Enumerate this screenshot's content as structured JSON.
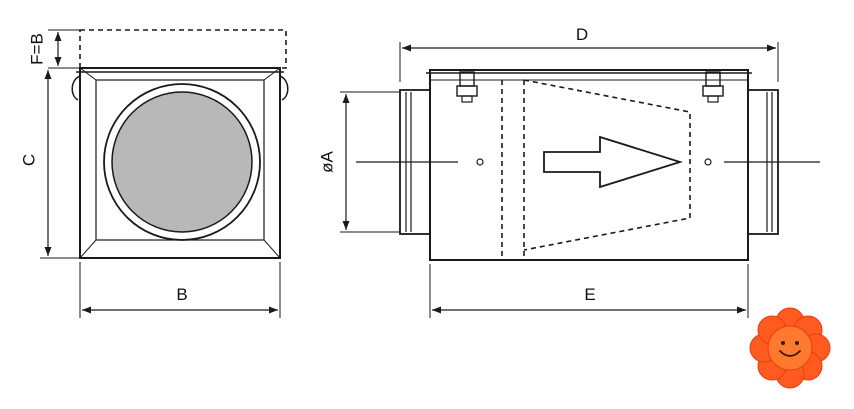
{
  "labels": {
    "f_eq_b": "F=B",
    "c": "C",
    "b": "B",
    "d": "D",
    "e": "E",
    "phi_a": "øA"
  },
  "colors": {
    "line": "#1a1a1a",
    "filter": "#b8b8b8",
    "flower": "#ff5a1f",
    "flower_center": "#ff7a2e"
  },
  "icons": {
    "logo": "smiling-flower-logo",
    "flow_arrow": "airflow-arrow-icon"
  }
}
